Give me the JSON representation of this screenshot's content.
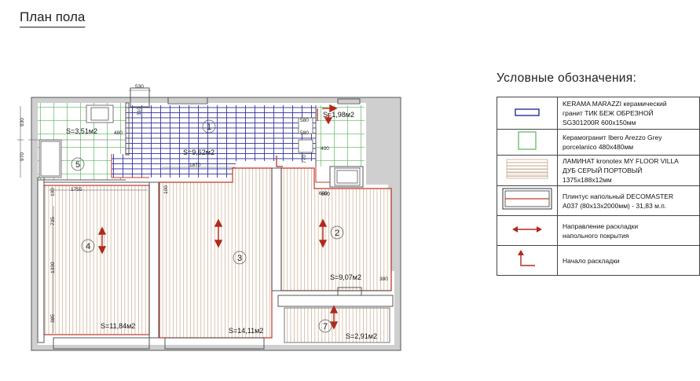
{
  "title": "План пола",
  "legend_title": "Условные обозначения:",
  "legend": [
    {
      "lines": [
        "KERAMA MARAZZI керамический",
        "гранит ТИК БЕЖ ОБРЕЗНОЙ",
        "SG301200R 600x150мм"
      ],
      "symbol": "blue-tile"
    },
    {
      "lines": [
        "Керамогранит Ibero Arezzo Grey",
        "porcelanico 480x480мм"
      ],
      "symbol": "green-tile"
    },
    {
      "lines": [
        "ЛАМИНАТ kronotex MY FLOOR VILLA",
        "ДУБ СЕРЫЙ ПОРТОВЫЙ",
        "1375x188x12мм"
      ],
      "symbol": "laminate"
    },
    {
      "lines": [
        "Плинтус напольный DECOMASTER",
        "A037 (80x13x2000мм) - 31,83 м.п."
      ],
      "symbol": "skirting"
    },
    {
      "lines": [
        "Направление раскладки",
        "напольного покрытия"
      ],
      "symbol": "direction-arrow"
    },
    {
      "lines": [
        "Начало раскладки"
      ],
      "symbol": "start-corner"
    }
  ],
  "rooms": [
    {
      "number": "1",
      "area": "S=9,62м2"
    },
    {
      "number": "2",
      "area": "S=9,07м2"
    },
    {
      "number": "3",
      "area": "S=14,11м2"
    },
    {
      "number": "4",
      "area": "S=11,84м2"
    },
    {
      "number": "5",
      "area": "S=3,51м2"
    },
    {
      "number": "7",
      "area": "S=2,91м2"
    },
    {
      "number": "",
      "area": "S=1,98м2"
    }
  ],
  "dimensions": [
    "530",
    "310",
    "480",
    "580",
    "580",
    "400",
    "1870",
    "770",
    "600",
    "1755",
    "100",
    "100",
    "600",
    "735",
    "1330",
    "385",
    "380",
    "930",
    "970"
  ],
  "colors": {
    "blue_tile": "#2b2b9e",
    "green_tile": "#59b35a",
    "laminate": "#c9a98c",
    "skirting": "#c0392b",
    "wall": "#b5b5b5"
  }
}
